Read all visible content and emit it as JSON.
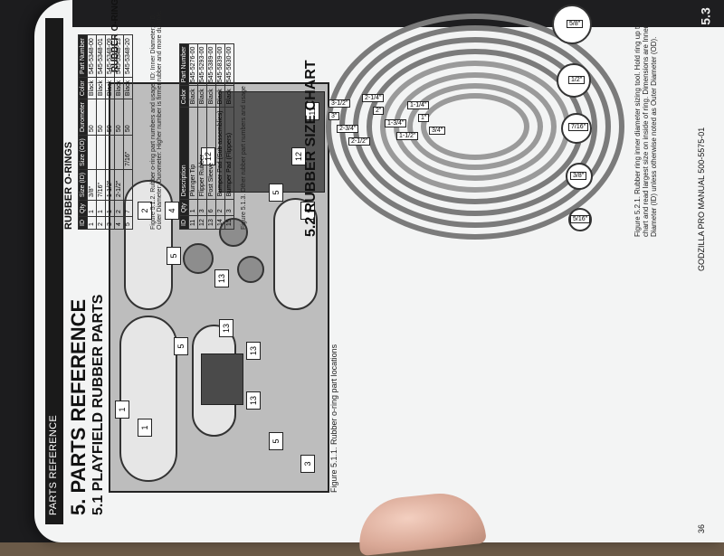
{
  "header": {
    "section_label": "PARTS REFERENCE"
  },
  "headings": {
    "chapter": "5.  PARTS REFERENCE",
    "section_51": "5.1  PLAYFIELD RUBBER PARTS",
    "section_52": "5.2  RUBBER SIZE CHART"
  },
  "rubber_orings": {
    "title": "RUBBER O-RINGS",
    "columns": [
      "ID",
      "Qty",
      "Size (ID)",
      "Size (OD)",
      "Durometer",
      "Color",
      "Part Number"
    ],
    "rows": [
      [
        "1",
        "1",
        "3/8\"",
        "",
        "50",
        "Black",
        "545-5348-00"
      ],
      [
        "2",
        "1",
        "7/16\"",
        "",
        "50",
        "Black",
        "545-5348-01"
      ],
      [
        "3",
        "1",
        "1-1/2\"",
        "",
        "50",
        "Black",
        "545-5348-09"
      ],
      [
        "4",
        "2",
        "2-1/2\"",
        "",
        "50",
        "Black",
        "545-5348-13"
      ],
      [
        "5",
        "7",
        "",
        "7/16\"",
        "50",
        "Black",
        "545-5348-20"
      ]
    ],
    "caption": "Figure 5.1.2. Rubber o-ring part numbers and usage. ID: Inner Diameter; OD: Outer Diameter; Durometer: Higher number is firmer rubber and more durable."
  },
  "other_rubber": {
    "columns": [
      "ID",
      "Qty",
      "Description",
      "Color",
      "Part Number"
    ],
    "rows": [
      [
        "11",
        "1",
        "Plunger Tip",
        "Black",
        "545-5276-00"
      ],
      [
        "12",
        "3",
        "Flipper Rubber",
        "Black",
        "545-5293-00"
      ],
      [
        "13",
        "6",
        "Post Sleeve",
        "Black",
        "545-5389-00"
      ],
      [
        "14",
        "2",
        "Bumper Pad (Sub assemblies)",
        "Black",
        "545-5839-00"
      ],
      [
        "15",
        "3",
        "Bumper Pad (Flippers)",
        "Black",
        "545-5630-00"
      ]
    ],
    "caption": "Figure 5.1.3. Other rubber part numbers and usage"
  },
  "playfield_caption": "Figure 5.1.1. Rubber o-ring part locations",
  "playfield_tags": [
    "1",
    "2",
    "5",
    "5",
    "13",
    "13",
    "5",
    "4",
    "12",
    "11",
    "1",
    "13",
    "13",
    "4",
    "12",
    "3",
    "5"
  ],
  "ring_labels": [
    "3-1/2\"",
    "3\"",
    "2-3/4\"",
    "2-1/2\"",
    "2-1/4\"",
    "2\"",
    "1-3/4\"",
    "1-1/2\"",
    "1-1/4\"",
    "1\"",
    "3/4\""
  ],
  "small_ring_labels": [
    "5/8\"",
    "1/2\"",
    "7/16\"",
    "3/8\"",
    "5/16\""
  ],
  "ring_chart_caption": "Figure 5.2.1. Rubber ring inner diameter sizing tool. Hold ring up to chart and read largest size on inside of ring. Dimensions are Inner Diameter (ID) unless otherwise noted as Outer Diameter (OD).",
  "footer": {
    "page_number": "36",
    "manual_title": "GODZILLA PRO MANUAL  500-5575-01"
  },
  "corner_label": "5.3",
  "colors": {
    "header": "#1a1a1a",
    "paper": "#f3f4f4",
    "ring": "#7b7b7b"
  }
}
